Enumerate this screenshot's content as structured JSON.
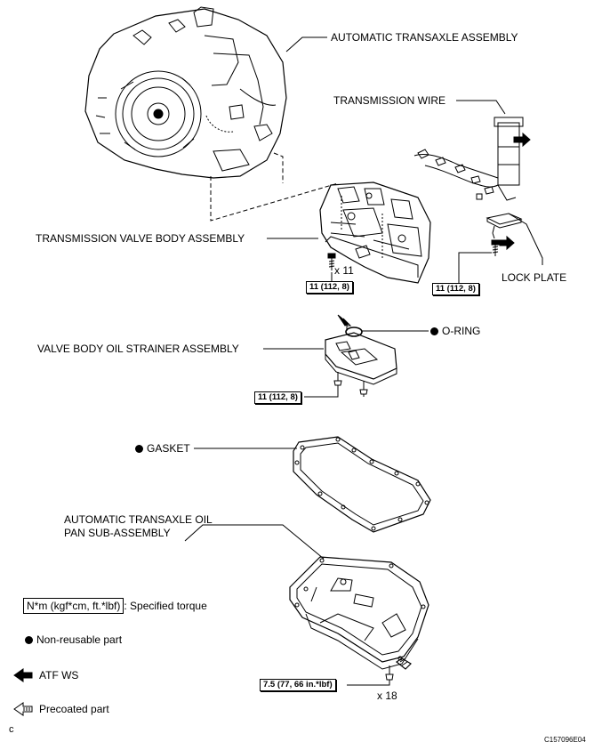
{
  "labels": {
    "transaxle": "AUTOMATIC TRANSAXLE ASSEMBLY",
    "wire": "TRANSMISSION WIRE",
    "valve_body": "TRANSMISSION VALVE BODY ASSEMBLY",
    "lock_plate": "LOCK PLATE",
    "oring": "O-RING",
    "strainer": "VALVE BODY OIL STRAINER ASSEMBLY",
    "gasket": "GASKET",
    "oil_pan_line1": "AUTOMATIC TRANSAXLE OIL",
    "oil_pan_line2": "PAN SUB-ASSEMBLY",
    "valve_bolt_count": "x 11",
    "pan_bolt_count": "x 18"
  },
  "torque": {
    "valve_body": "11 (112, 8)",
    "lock_plate": "11 (112, 8)",
    "strainer": "11 (112, 8)",
    "oil_pan": "7.5 (77, 66 in.*lbf)"
  },
  "legend": {
    "torque_unit": "N*m (kgf*cm, ft.*lbf)",
    "torque_desc": ": Specified torque",
    "non_reusable": "Non-reusable part",
    "atf": "ATF WS",
    "precoated": "Precoated part"
  },
  "footer": {
    "corner_letter": "c",
    "figure_id": "C157096E04"
  },
  "colors": {
    "ink": "#000000",
    "background": "#ffffff"
  }
}
